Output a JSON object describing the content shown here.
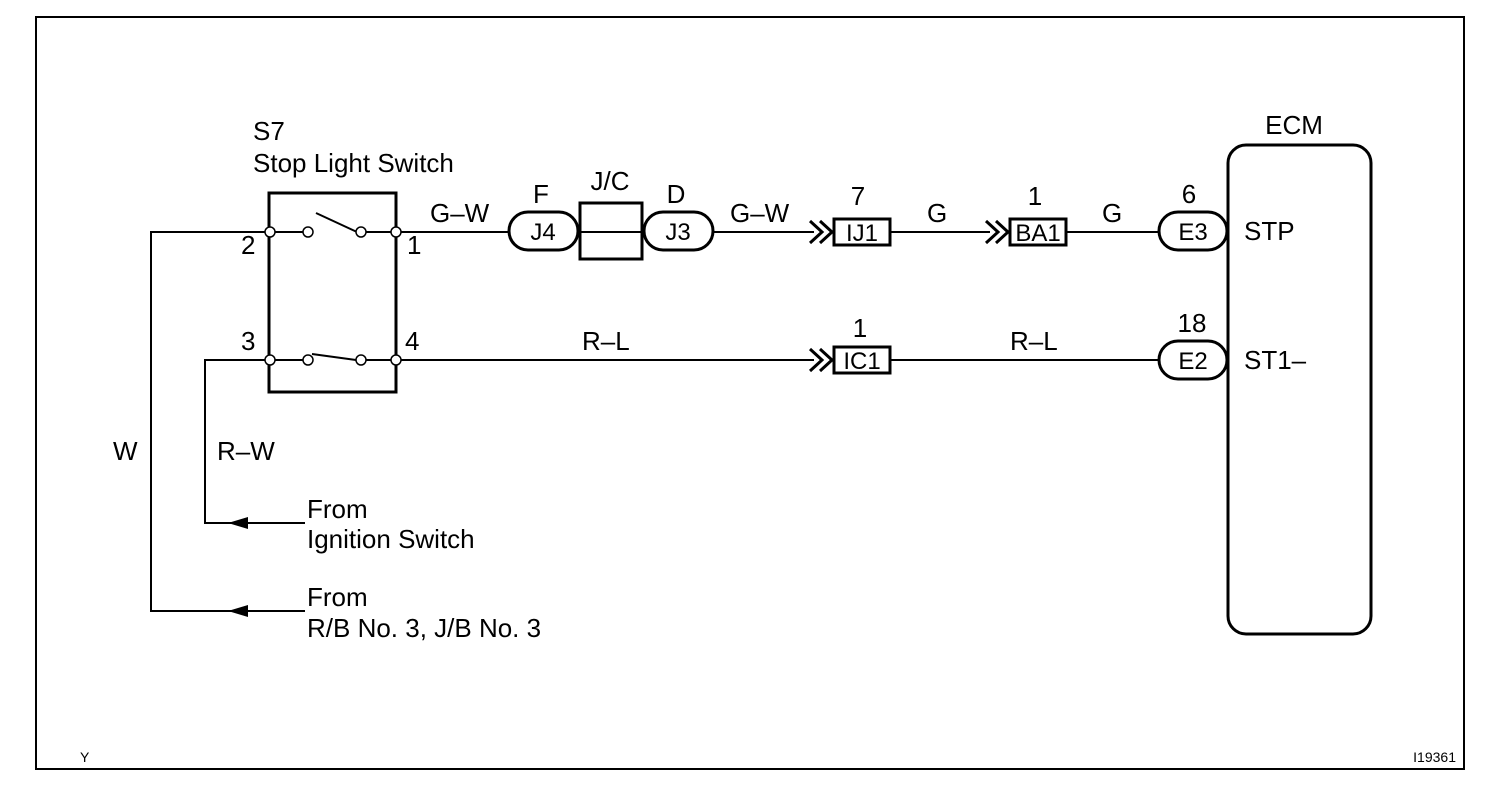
{
  "switch": {
    "code": "S7",
    "name": "Stop Light Switch",
    "pins": [
      "2",
      "1",
      "3",
      "4"
    ]
  },
  "junction": {
    "label": "J/C",
    "left_pin": "F",
    "right_pin": "D"
  },
  "connectors": {
    "j4": "J4",
    "j3": "J3",
    "ij1": {
      "name": "IJ1",
      "pin": "7"
    },
    "ba1": {
      "name": "BA1",
      "pin": "1"
    },
    "ic1": {
      "name": "IC1",
      "pin": "1"
    },
    "e3": {
      "name": "E3",
      "pin": "6"
    },
    "e2": {
      "name": "E2",
      "pin": "18"
    }
  },
  "wires": {
    "gw_1": "G–W",
    "gw_2": "G–W",
    "g_1": "G",
    "g_2": "G",
    "rl_1": "R–L",
    "rl_2": "R–L",
    "w": "W",
    "rw": "R–W"
  },
  "ecm": {
    "label": "ECM",
    "stp": "STP",
    "st1": "ST1–"
  },
  "sources": {
    "ignition": [
      "From",
      "Ignition Switch"
    ],
    "rb": [
      "From",
      "R/B No. 3, J/B No. 3"
    ]
  },
  "corner": {
    "left": "Y",
    "right": "I19361"
  }
}
